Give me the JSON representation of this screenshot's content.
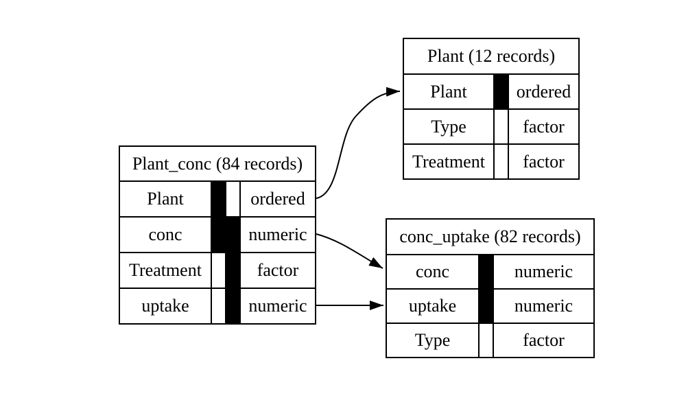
{
  "diagram": {
    "background_color": "#ffffff",
    "line_color": "#000000",
    "key_bar_color": "#000000",
    "tables": {
      "plant_conc": {
        "title": "Plant_conc (84 records)",
        "rows": [
          {
            "name": "Plant",
            "type": "ordered",
            "key_left": true,
            "key_right": false
          },
          {
            "name": "conc",
            "type": "numeric",
            "key_left": true,
            "key_right": true
          },
          {
            "name": "Treatment",
            "type": "factor",
            "key_left": false,
            "key_right": true
          },
          {
            "name": "uptake",
            "type": "numeric",
            "key_left": false,
            "key_right": true
          }
        ]
      },
      "plant": {
        "title": "Plant (12 records)",
        "rows": [
          {
            "name": "Plant",
            "type": "ordered",
            "key": true
          },
          {
            "name": "Type",
            "type": "factor",
            "key": false
          },
          {
            "name": "Treatment",
            "type": "factor",
            "key": false
          }
        ]
      },
      "conc_uptake": {
        "title": "conc_uptake (82 records)",
        "rows": [
          {
            "name": "conc",
            "type": "numeric",
            "key": true
          },
          {
            "name": "uptake",
            "type": "numeric",
            "key": true
          },
          {
            "name": "Type",
            "type": "factor",
            "key": false
          }
        ]
      }
    },
    "arrows": [
      {
        "from_table": "Plant_conc",
        "from_field": "Plant",
        "to_table": "Plant",
        "to_field": "Plant"
      },
      {
        "from_table": "Plant_conc",
        "from_field": "conc",
        "to_table": "conc_uptake",
        "to_field": "conc"
      },
      {
        "from_table": "Plant_conc",
        "from_field": "uptake",
        "to_table": "conc_uptake",
        "to_field": "uptake"
      }
    ]
  }
}
